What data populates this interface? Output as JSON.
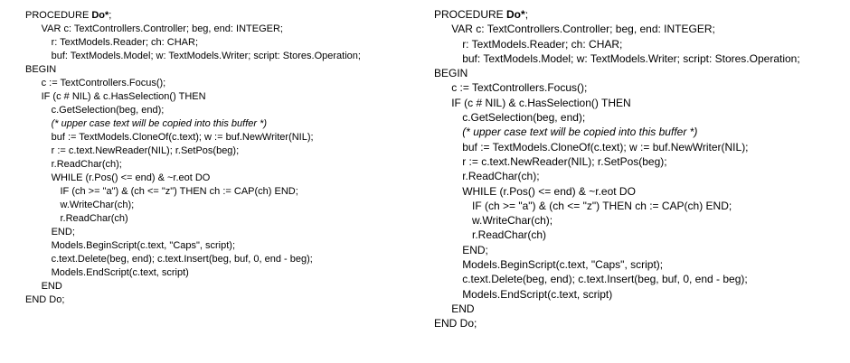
{
  "code": {
    "lines": [
      {
        "indent": 0,
        "segments": [
          {
            "text": "PROCEDURE ",
            "style": "plain"
          },
          {
            "text": "Do*",
            "style": "bold"
          },
          {
            "text": ";",
            "style": "plain"
          }
        ]
      },
      {
        "indent": 1,
        "segments": [
          {
            "text": "VAR c: TextControllers.Controller; beg, end: INTEGER;",
            "style": "plain"
          }
        ]
      },
      {
        "indent": 2,
        "segments": [
          {
            "text": "r: TextModels.Reader; ch: CHAR;",
            "style": "plain"
          }
        ]
      },
      {
        "indent": 2,
        "segments": [
          {
            "text": "buf: TextModels.Model; w: TextModels.Writer; script: Stores.Operation;",
            "style": "plain"
          }
        ]
      },
      {
        "indent": 0,
        "segments": [
          {
            "text": "BEGIN",
            "style": "plain"
          }
        ]
      },
      {
        "indent": 1,
        "segments": [
          {
            "text": "c := TextControllers.Focus();",
            "style": "plain"
          }
        ]
      },
      {
        "indent": 1,
        "segments": [
          {
            "text": "IF (c # NIL) & c.HasSelection() THEN",
            "style": "plain"
          }
        ]
      },
      {
        "indent": 2,
        "segments": [
          {
            "text": "c.GetSelection(beg, end);",
            "style": "plain"
          }
        ]
      },
      {
        "indent": 2,
        "segments": [
          {
            "text": "(* upper case text will be copied into this buffer *)",
            "style": "italic"
          }
        ]
      },
      {
        "indent": 2,
        "segments": [
          {
            "text": "buf := TextModels.CloneOf(c.text); w := buf.NewWriter(NIL);",
            "style": "plain"
          }
        ]
      },
      {
        "indent": 2,
        "segments": [
          {
            "text": "r := c.text.NewReader(NIL); r.SetPos(beg);",
            "style": "plain"
          }
        ]
      },
      {
        "indent": 2,
        "segments": [
          {
            "text": "r.ReadChar(ch);",
            "style": "plain"
          }
        ]
      },
      {
        "indent": 2,
        "segments": [
          {
            "text": "WHILE (r.Pos() <= end) & ~r.eot DO",
            "style": "plain"
          }
        ]
      },
      {
        "indent": 3,
        "segments": [
          {
            "text": "IF (ch >= \"a\") & (ch <= \"z\") THEN ch := CAP(ch) END;",
            "style": "plain"
          }
        ]
      },
      {
        "indent": 3,
        "segments": [
          {
            "text": "w.WriteChar(ch);",
            "style": "plain"
          }
        ]
      },
      {
        "indent": 3,
        "segments": [
          {
            "text": "r.ReadChar(ch)",
            "style": "plain"
          }
        ]
      },
      {
        "indent": 2,
        "segments": [
          {
            "text": "END;",
            "style": "plain"
          }
        ]
      },
      {
        "indent": 2,
        "segments": [
          {
            "text": "Models.BeginScript(c.text, \"Caps\", script);",
            "style": "plain"
          }
        ]
      },
      {
        "indent": 2,
        "segments": [
          {
            "text": "c.text.Delete(beg, end); c.text.Insert(beg, buf, 0, end - beg);",
            "style": "plain"
          }
        ]
      },
      {
        "indent": 2,
        "segments": [
          {
            "text": "Models.EndScript(c.text, script)",
            "style": "plain"
          }
        ]
      },
      {
        "indent": 1,
        "segments": [
          {
            "text": "END",
            "style": "plain"
          }
        ]
      },
      {
        "indent": 0,
        "segments": [
          {
            "text": "END Do;",
            "style": "plain"
          }
        ]
      }
    ]
  }
}
